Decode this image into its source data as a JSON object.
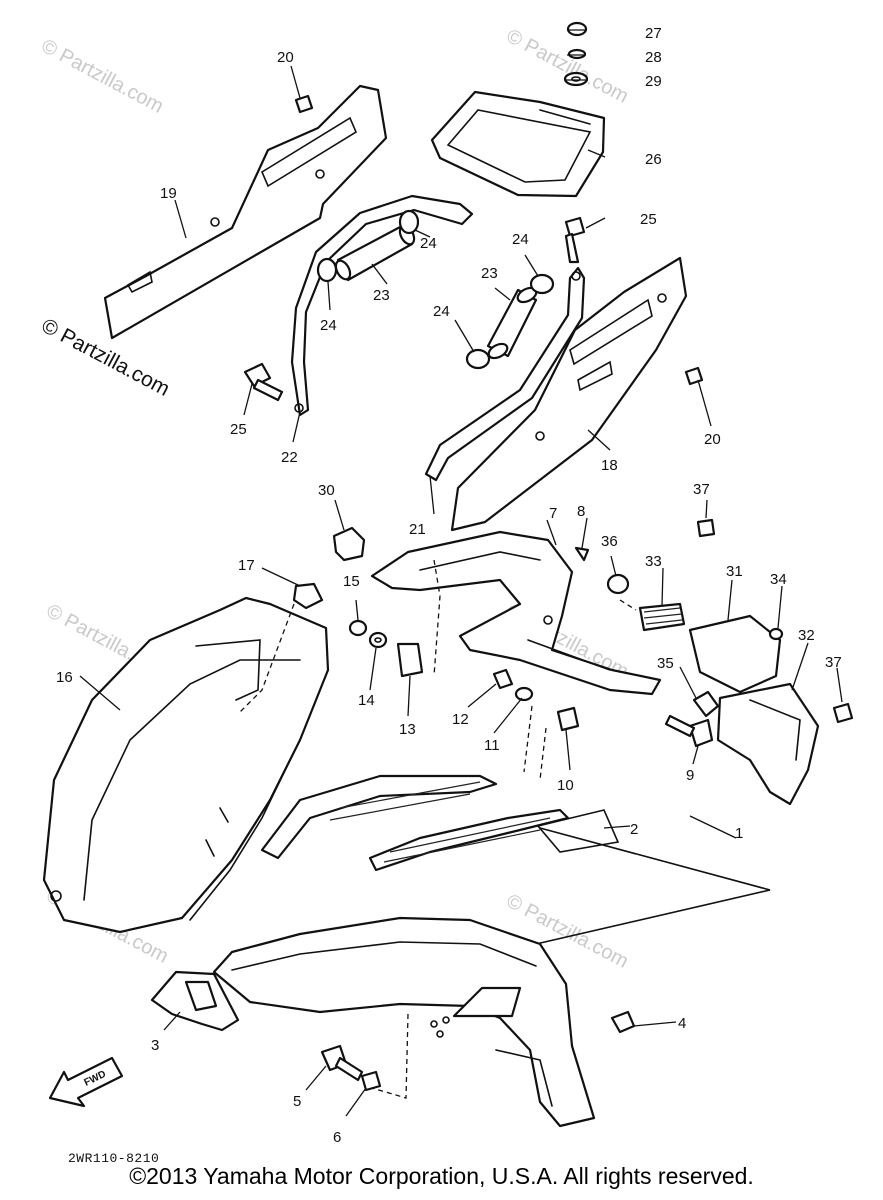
{
  "diagram": {
    "callouts": [
      "1",
      "2",
      "3",
      "4",
      "5",
      "6",
      "9",
      "10",
      "11",
      "12",
      "13",
      "14",
      "15",
      "16",
      "17",
      "18",
      "19",
      "20",
      "20",
      "21",
      "22",
      "23",
      "23",
      "24",
      "24",
      "24",
      "24",
      "25",
      "25",
      "26",
      "27",
      "28",
      "29",
      "30",
      "7",
      "8",
      "31",
      "32",
      "33",
      "34",
      "35",
      "36",
      "37",
      "37"
    ],
    "reference_code": "2WR110-8210",
    "fwd_label": "FWD",
    "watermark": "© Partzilla.com",
    "colors": {
      "line": "#111111",
      "watermark": "#c9c9c9",
      "background": "#ffffff"
    }
  },
  "footer": {
    "copyright": "©2013 Yamaha Motor Corporation, U.S.A. All rights reserved."
  }
}
